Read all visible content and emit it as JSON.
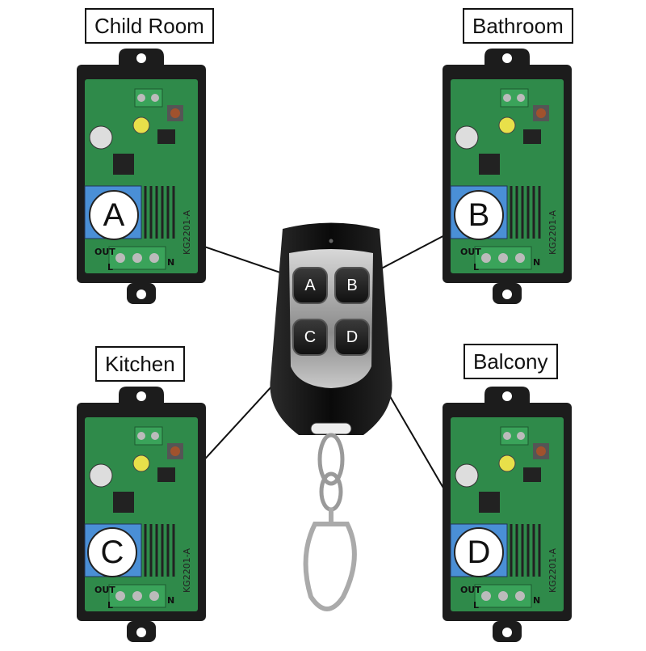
{
  "rooms": [
    {
      "label": "Child Room",
      "letter": "A"
    },
    {
      "label": "Bathroom",
      "letter": "B"
    },
    {
      "label": "Kitchen",
      "letter": "C"
    },
    {
      "label": "Balcony",
      "letter": "D"
    }
  ],
  "pcb": {
    "out_label": "OUT",
    "l_label": "L",
    "n_label": "N",
    "model": "KG2201-A"
  },
  "remote": {
    "buttons": [
      "A",
      "B",
      "C",
      "D"
    ]
  },
  "colors": {
    "housing": "#1c1c1c",
    "pcb_green": "#2f8a4a",
    "terminal_green": "#3aa35a",
    "relay_blue": "#4a8fd6"
  }
}
